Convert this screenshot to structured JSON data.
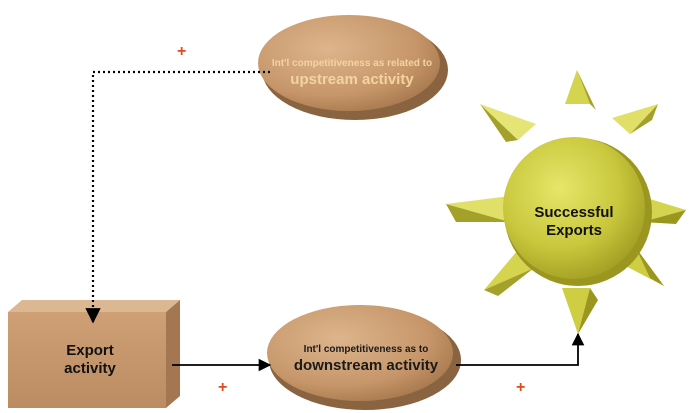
{
  "colors": {
    "plus_sign": "#e24a1a",
    "ellipse_fill": "#c99a6e",
    "ellipse_shadow": "#8a6440",
    "upstream_text": "#f3d49f",
    "downstream_text": "#1a1a1a",
    "box_front": "#c8986e",
    "box_top": "#dbb891",
    "box_side": "#a47652",
    "sun_body": "#c8c63c",
    "sun_light": "#eeee8c",
    "sun_dark": "#9a9620"
  },
  "nodes": {
    "upstream": {
      "line1": "Int'l competitiveness as related to",
      "line2": "upstream activity"
    },
    "downstream": {
      "line1": "Int'l competitiveness as to",
      "line2": "downstream activity"
    },
    "export": {
      "line1": "Export",
      "line2": "activity"
    },
    "success": {
      "line1": "Successful",
      "line2": "Exports"
    }
  },
  "signs": {
    "upstream_link": "+",
    "export_link": "+",
    "success_link": "+"
  }
}
